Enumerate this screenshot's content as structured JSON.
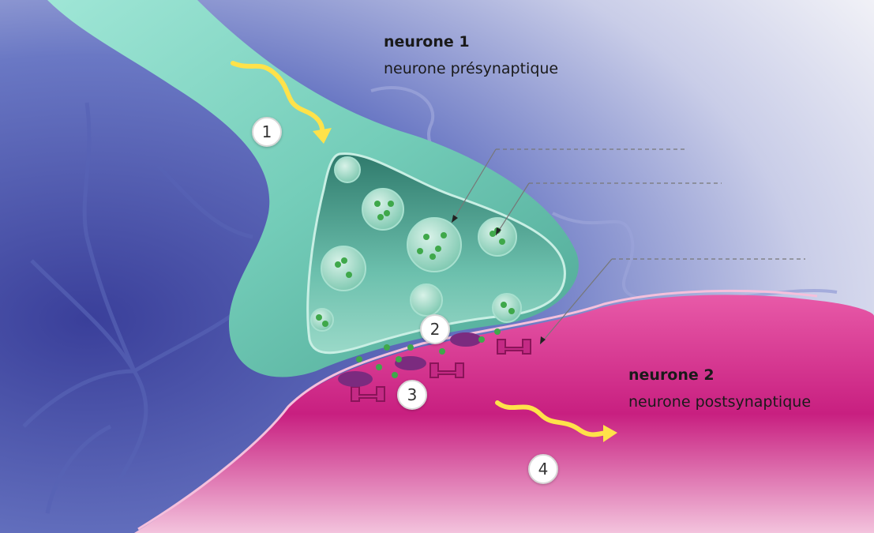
{
  "neuron1": {
    "title": "neurone 1",
    "subtitle": "neurone présynaptique"
  },
  "neuron2": {
    "title": "neurone 2",
    "subtitle": "neurone postsynaptique"
  },
  "steps": [
    "1",
    "2",
    "3",
    "4"
  ],
  "colors": {
    "background_blue": "#4a5aa8",
    "presynaptic_teal": "#7fd6c4",
    "postsynaptic_magenta": "#d6338f",
    "signal_yellow": "#ffe24a",
    "vesicle_green": "#3fa84a"
  }
}
